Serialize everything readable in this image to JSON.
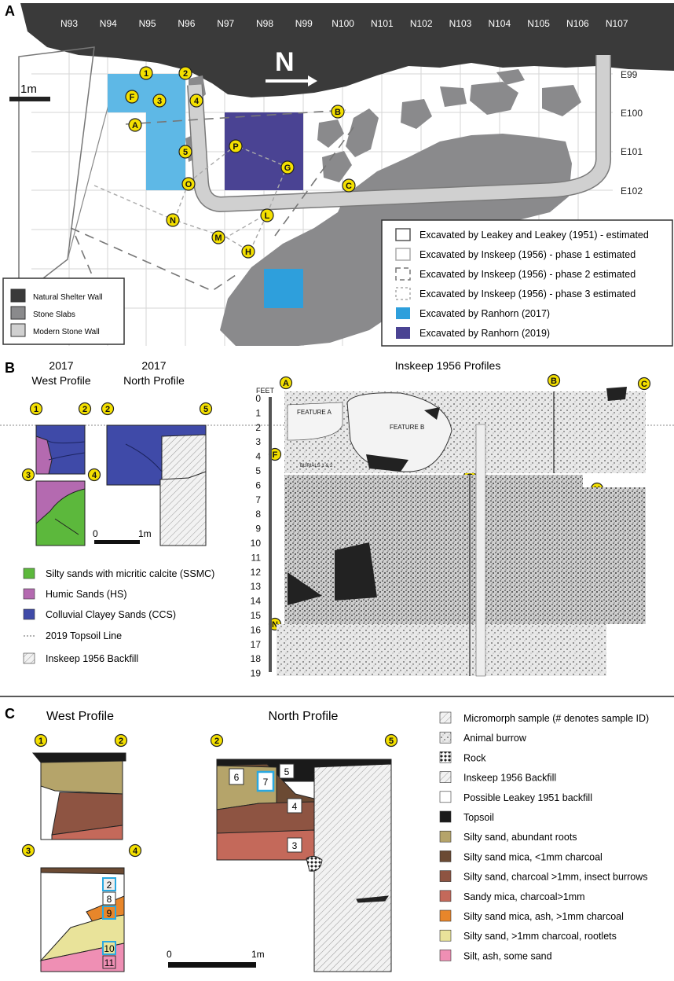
{
  "panels": {
    "a": "A",
    "b": "B",
    "c": "C"
  },
  "map": {
    "grid_x_labels": [
      "N93",
      "N94",
      "N95",
      "N96",
      "N97",
      "N98",
      "N99",
      "N100",
      "N101",
      "N102",
      "N103",
      "N104",
      "N105",
      "N106",
      "N107"
    ],
    "grid_y_labels": [
      "E99",
      "E100",
      "E101",
      "E102"
    ],
    "north_label": "N",
    "scale_label": "1m",
    "points": [
      "1",
      "2",
      "F",
      "3",
      "4",
      "A",
      "B",
      "5",
      "P",
      "G",
      "O",
      "C",
      "N",
      "L",
      "M",
      "H"
    ],
    "legend_left": [
      {
        "label": "Natural Shelter Wall",
        "color": "#3a3a3a"
      },
      {
        "label": "Stone Slabs",
        "color": "#8a8a8c"
      },
      {
        "label": "Modern Stone Wall",
        "color": "#d0d0d0"
      }
    ],
    "legend_right": [
      {
        "label": "Excavated by Leakey and Leakey (1951) - estimated",
        "style": "solid-dark"
      },
      {
        "label": "Excavated by Inskeep (1956) - phase 1 estimated",
        "style": "solid-light"
      },
      {
        "label": "Excavated by Inskeep (1956) - phase 2 estimated",
        "style": "dash-long"
      },
      {
        "label": "Excavated by Inskeep (1956) - phase 3 estimated",
        "style": "dash-short"
      },
      {
        "label": "Excavated by Ranhorn (2017)",
        "color": "#2e9fdc"
      },
      {
        "label": "Excavated by Ranhorn (2019)",
        "color": "#4a4393"
      }
    ]
  },
  "profiles_b": {
    "west_title_1": "2017",
    "west_title_2": "West Profile",
    "north_title_1": "2017",
    "north_title_2": "North Profile",
    "inskeep_title": "Inskeep 1956 Profiles",
    "scale_0": "0",
    "scale_1": "1m",
    "feet_label": "FEET",
    "feet_ticks": [
      "0",
      "1",
      "2",
      "3",
      "4",
      "5",
      "6",
      "7",
      "8",
      "9",
      "10",
      "11",
      "12",
      "13",
      "14",
      "15",
      "16",
      "17",
      "18",
      "19"
    ],
    "feature_a": "FEATURE A",
    "feature_b": "FEATURE B",
    "burials": "BURIALS 1 & 2",
    "legend": [
      {
        "label": "Silty sands with micritic calcite (SSMC)",
        "color": "#5cb83c"
      },
      {
        "label": "Humic Sands (HS)",
        "color": "#b46ab0"
      },
      {
        "label": "Colluvial Clayey Sands (CCS)",
        "color": "#3f4aa8"
      },
      {
        "label": "2019 Topsoil Line",
        "style": "dotted"
      },
      {
        "label": "Inskeep 1956 Backfill",
        "style": "hatch"
      }
    ]
  },
  "profiles_c": {
    "west_title": "West Profile",
    "north_title": "North Profile",
    "scale_0": "0",
    "scale_1": "1m",
    "samples_west": [
      "2",
      "8",
      "9",
      "10",
      "11"
    ],
    "samples_north": [
      "6",
      "7",
      "5",
      "4",
      "3"
    ],
    "legend": [
      {
        "label": "Micromorph sample (# denotes sample ID)",
        "style": "hatch"
      },
      {
        "label": "Animal burrow",
        "style": "burrow"
      },
      {
        "label": "Rock",
        "style": "rock"
      },
      {
        "label": "Inskeep 1956 Backfill",
        "style": "hatch"
      },
      {
        "label": "Possible Leakey 1951 backfill",
        "color": "#ffffff"
      },
      {
        "label": "Topsoil",
        "color": "#1a1a1a"
      },
      {
        "label": "Silty sand, abundant roots",
        "color": "#b5a46a"
      },
      {
        "label": "Silty sand mica, <1mm charcoal",
        "color": "#6b4a33"
      },
      {
        "label": "Silty sand, charcoal >1mm, insect burrows",
        "color": "#8e5442"
      },
      {
        "label": "Sandy mica, charcoal>1mm",
        "color": "#c4695a"
      },
      {
        "label": "Silty sand mica, ash, >1mm charcoal",
        "color": "#e8862a"
      },
      {
        "label": "Silty sand, >1mm charcoal, rootlets",
        "color": "#e9e39a"
      },
      {
        "label": "Silt, ash, some sand",
        "color": "#ef8fb4"
      }
    ]
  }
}
